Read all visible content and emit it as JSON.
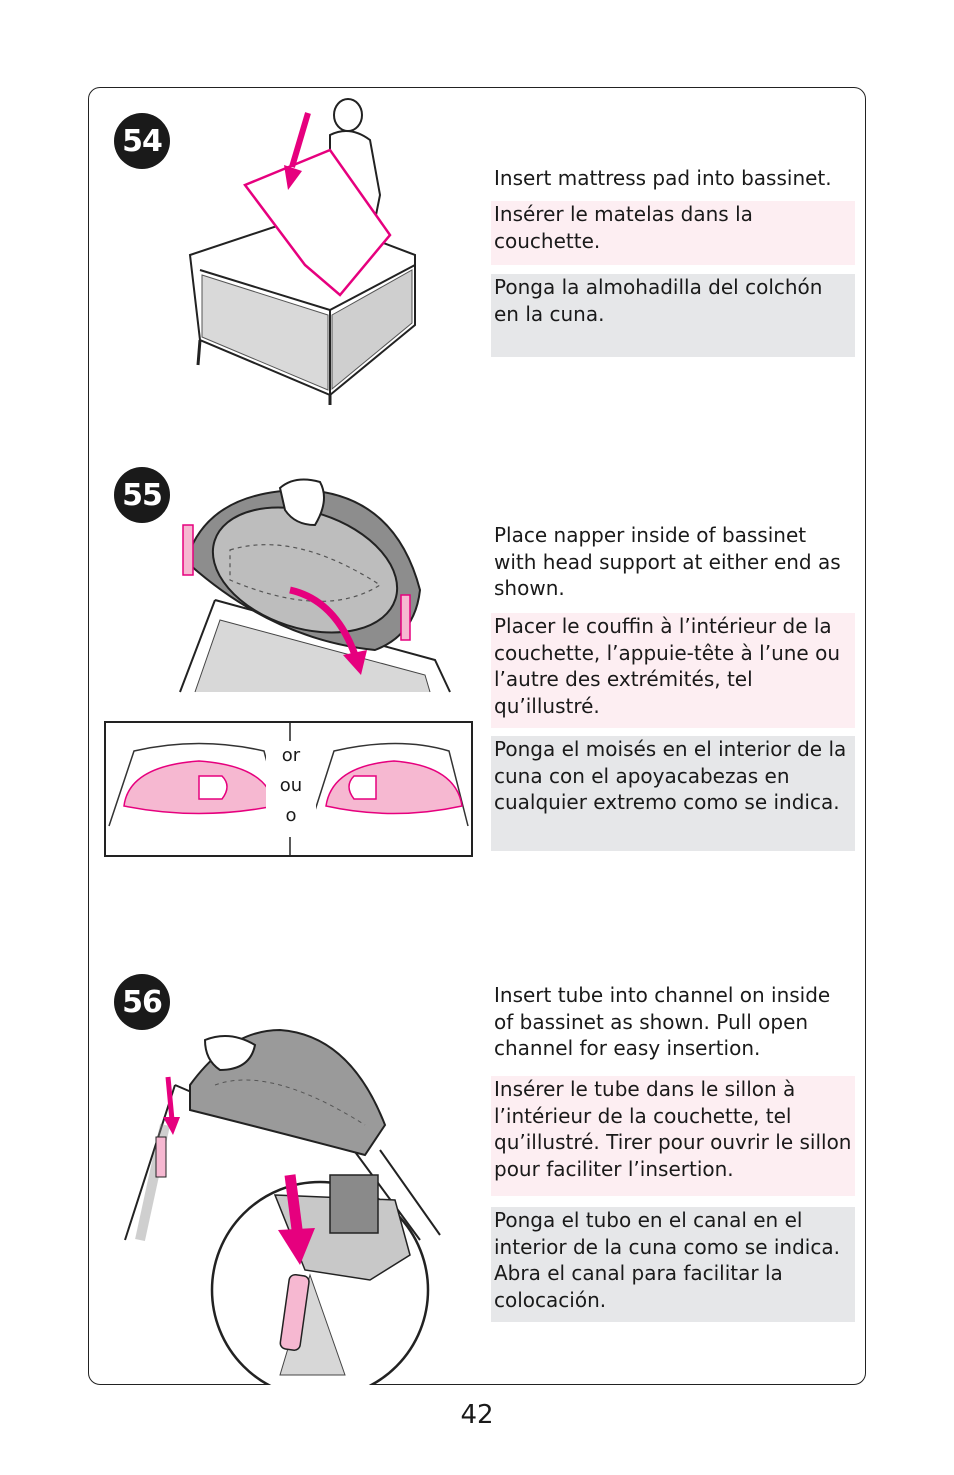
{
  "steps": [
    {
      "number": "54",
      "en": "Insert mattress pad into bassinet.",
      "fr": "Insérer le matelas dans la couchette.",
      "es": "Ponga la almohadilla del colchón en la cuna."
    },
    {
      "number": "55",
      "en": "Place napper inside of bassinet with head support at either end as shown.",
      "fr": "Placer le couffin à l’intérieur de la couchette, l’appuie-tête à l’une ou l’autre des extrémités, tel qu’illustré.",
      "es": "Ponga el moisés en el interior de la cuna con el apoyacabezas en cualquier extremo como se indica.",
      "or_labels": [
        "or",
        "ou",
        "o"
      ]
    },
    {
      "number": "56",
      "en": "Insert tube into channel on inside of bassinet as shown. Pull open channel for easy insertion.",
      "fr": "Insérer le tube dans le sillon à l’intérieur de la couchette, tel qu’illustré. Tirer pour ouvrir le sillon pour faciliter l’insertion.",
      "es": "Ponga el tubo en el canal en el interior de la cuna como se indica. Abra el canal para facilitar la colocación."
    }
  ],
  "page_number": "42",
  "colors": {
    "accent": "#e6007e",
    "fr_bg": "#fdeef2",
    "es_bg": "#e6e7e9"
  }
}
